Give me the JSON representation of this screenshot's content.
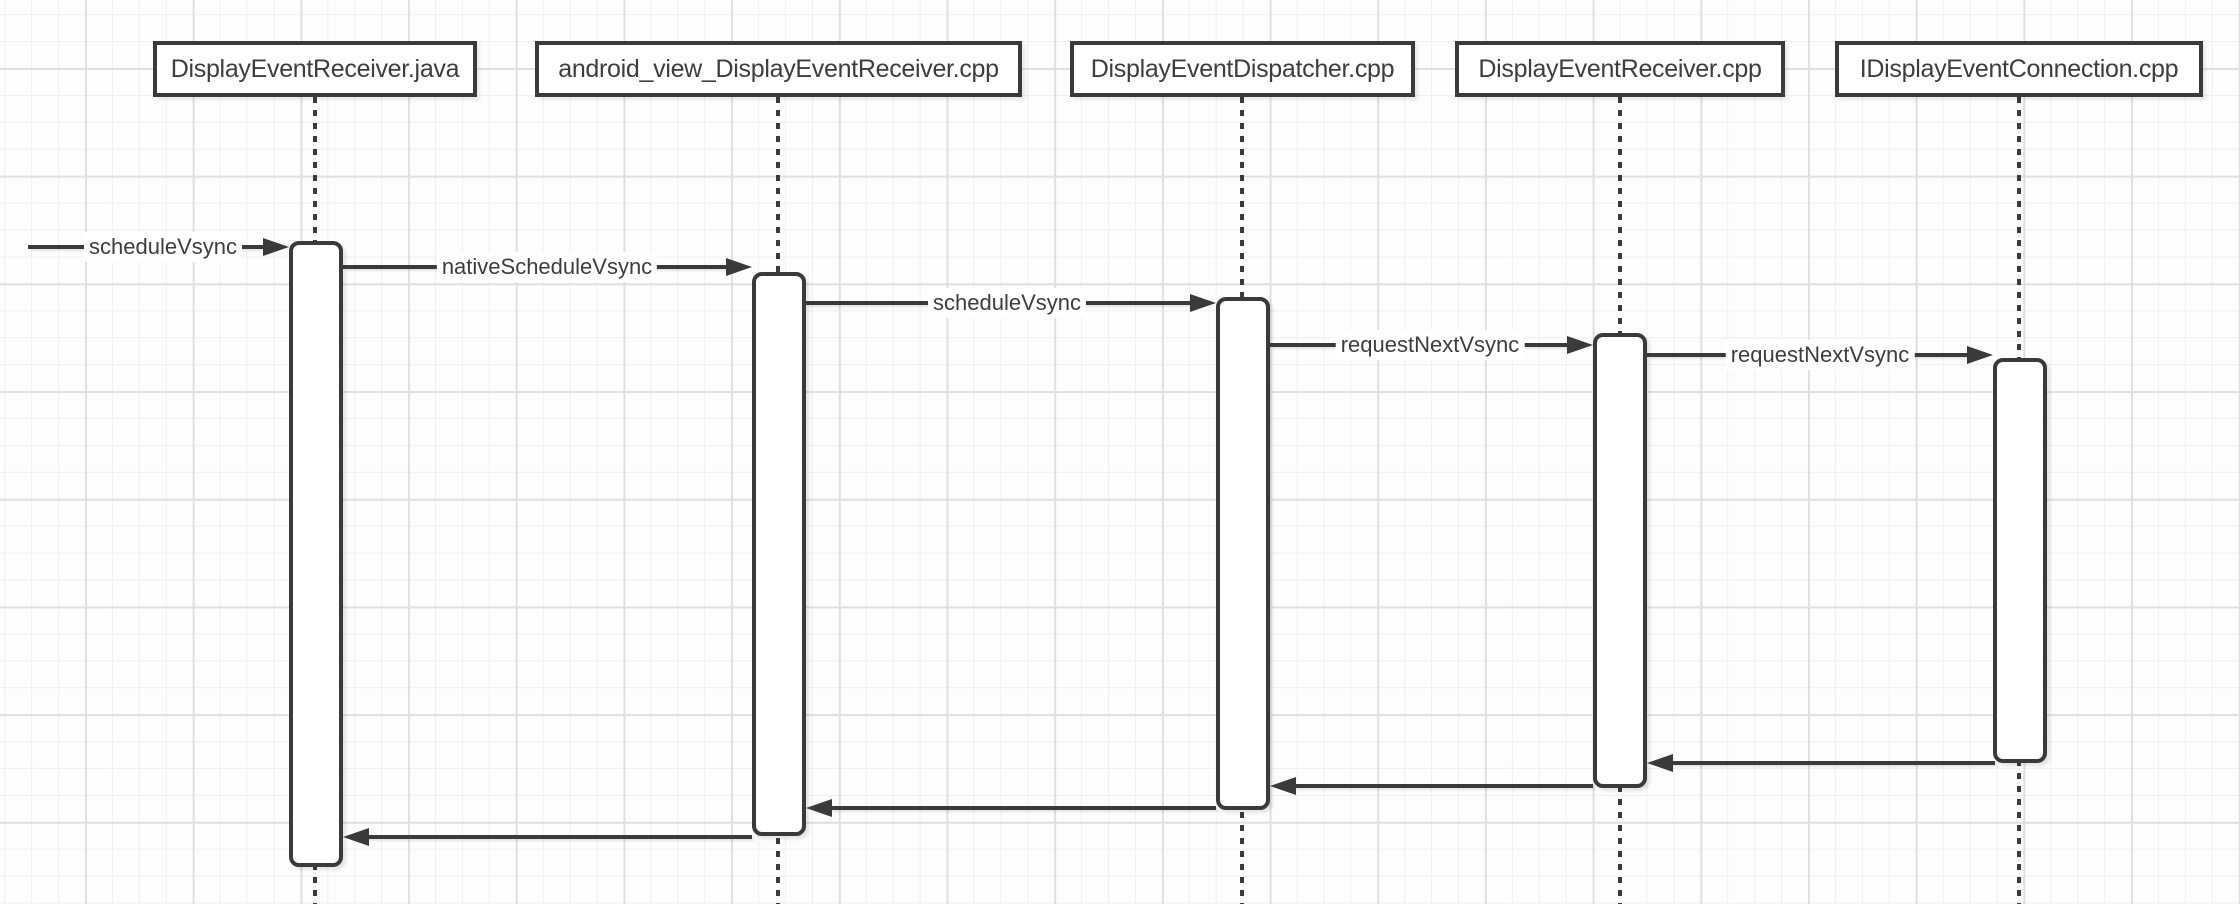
{
  "diagram": {
    "type": "uml-sequence",
    "actors": [
      {
        "label": "DisplayEventReceiver.java"
      },
      {
        "label": "android_view_DisplayEventReceiver.cpp"
      },
      {
        "label": "DisplayEventDispatcher.cpp"
      },
      {
        "label": "DisplayEventReceiver.cpp"
      },
      {
        "label": "IDisplayEventConnection.cpp"
      }
    ],
    "messages": [
      {
        "label": "scheduleVsync",
        "from": "external",
        "to": "DisplayEventReceiver.java",
        "type": "call"
      },
      {
        "label": "nativeScheduleVsync",
        "from": "DisplayEventReceiver.java",
        "to": "android_view_DisplayEventReceiver.cpp",
        "type": "call"
      },
      {
        "label": "scheduleVsync",
        "from": "android_view_DisplayEventReceiver.cpp",
        "to": "DisplayEventDispatcher.cpp",
        "type": "call"
      },
      {
        "label": "requestNextVsync",
        "from": "DisplayEventDispatcher.cpp",
        "to": "DisplayEventReceiver.cpp",
        "type": "call"
      },
      {
        "label": "requestNextVsync",
        "from": "DisplayEventReceiver.cpp",
        "to": "IDisplayEventConnection.cpp",
        "type": "call"
      },
      {
        "label": "",
        "from": "IDisplayEventConnection.cpp",
        "to": "DisplayEventReceiver.cpp",
        "type": "return"
      },
      {
        "label": "",
        "from": "DisplayEventReceiver.cpp",
        "to": "DisplayEventDispatcher.cpp",
        "type": "return"
      },
      {
        "label": "",
        "from": "DisplayEventDispatcher.cpp",
        "to": "android_view_DisplayEventReceiver.cpp",
        "type": "return"
      },
      {
        "label": "",
        "from": "android_view_DisplayEventReceiver.cpp",
        "to": "DisplayEventReceiver.java",
        "type": "return"
      }
    ],
    "colors": {
      "stroke": "#3a3a3a",
      "shape_fill": "#ffffff",
      "text": "#3d3d3d",
      "grid_minor": "#efefef",
      "grid_major": "#e0e0e0",
      "background": "#fdfdfd"
    }
  }
}
